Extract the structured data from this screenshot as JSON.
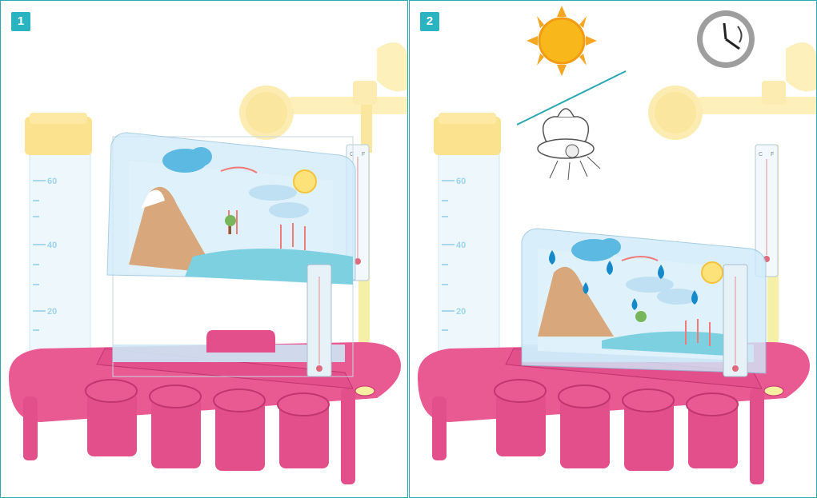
{
  "panels": [
    {
      "step": "1"
    },
    {
      "step": "2"
    }
  ],
  "cylinder": {
    "tick_labels": [
      "60",
      "40",
      "20"
    ]
  },
  "thermometer": {
    "scale_left": "C",
    "scale_right": "F"
  },
  "icons": {
    "sun": "sun-icon",
    "lamp": "lamp-icon",
    "clock": "clock-icon"
  },
  "colors": {
    "accent": "#2ab3c0",
    "stand": "#e95a93",
    "cylinder_cap": "#fbe28f",
    "water": "#bfe6f5"
  }
}
